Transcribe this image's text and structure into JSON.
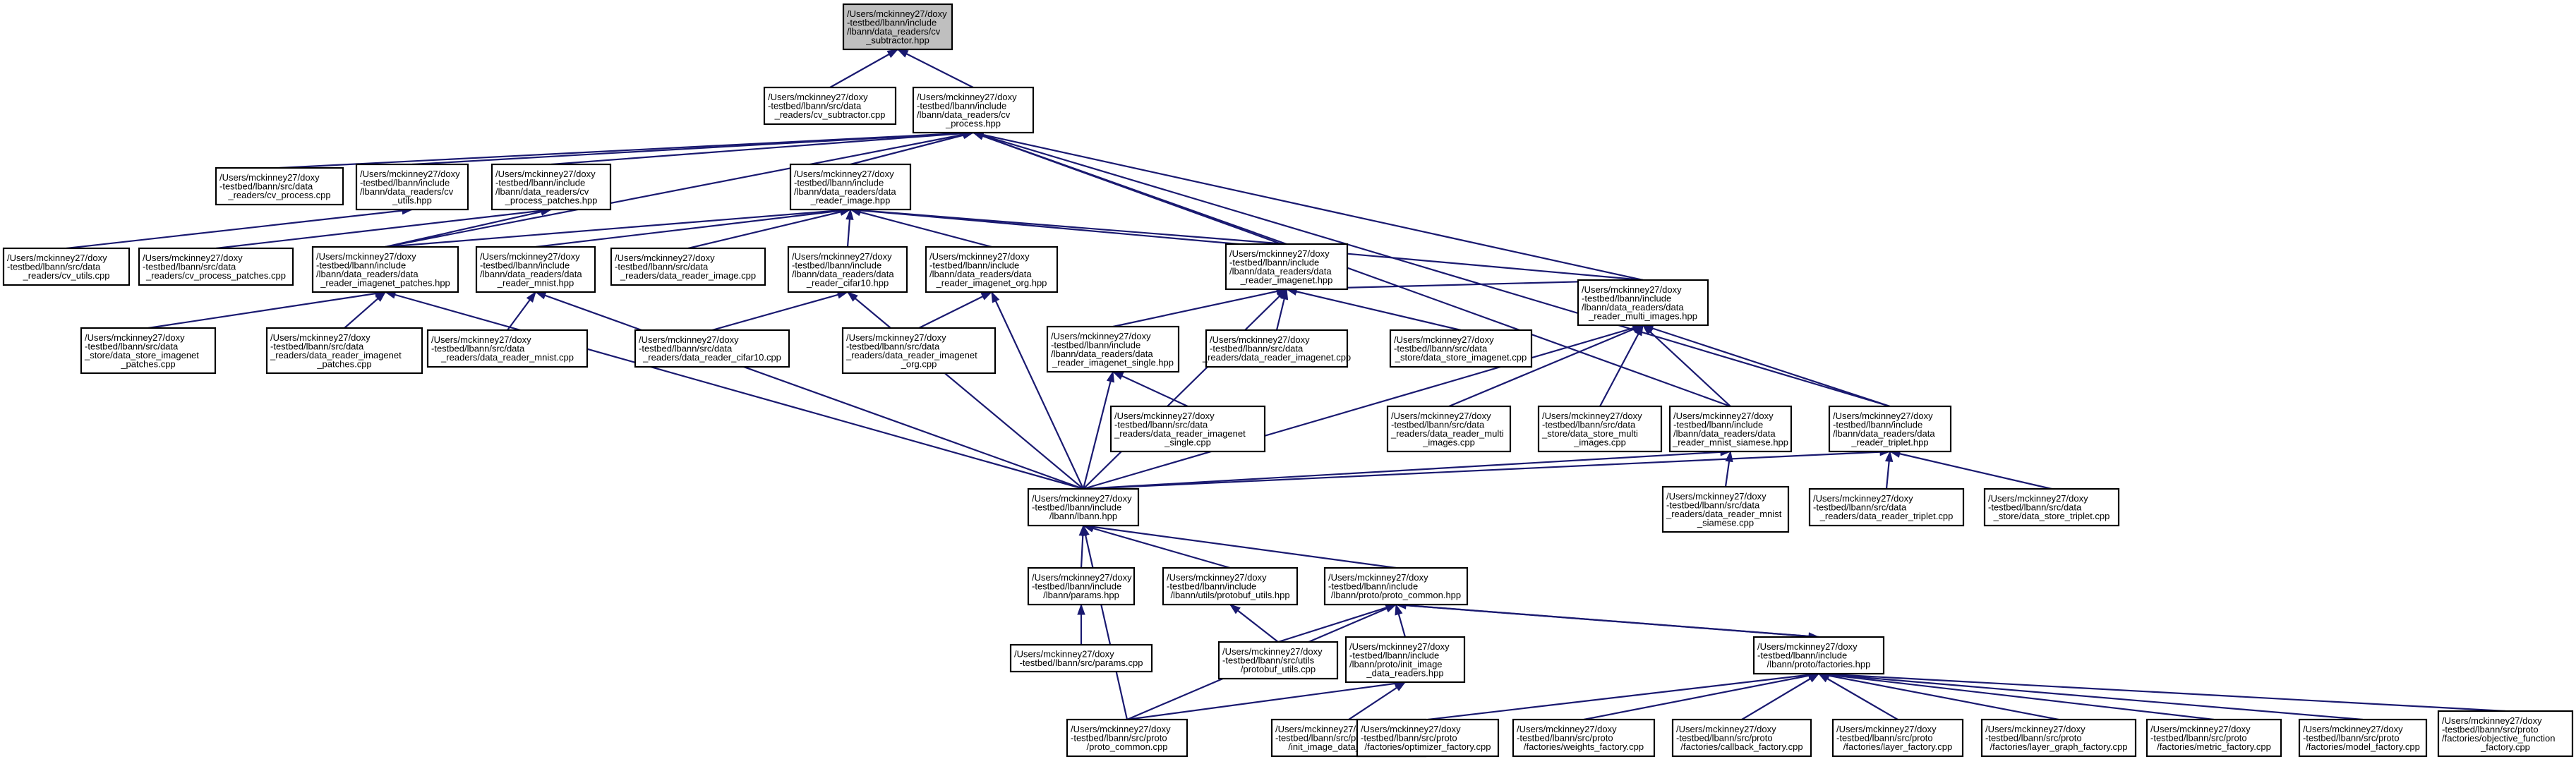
{
  "graph": {
    "nodes": [
      {
        "id": "n0",
        "lines": [
          "/Users/mckinney27/doxy",
          "-testbed/lbann/include",
          "/lbann/data_readers/cv",
          "_subtractor.hpp"
        ],
        "root": true
      },
      {
        "id": "n1",
        "lines": [
          "/Users/mckinney27/doxy",
          "-testbed/lbann/src/data",
          "_readers/cv_subtractor.cpp"
        ]
      },
      {
        "id": "n2",
        "lines": [
          "/Users/mckinney27/doxy",
          "-testbed/lbann/include",
          "/lbann/data_readers/cv",
          "_process.hpp"
        ]
      },
      {
        "id": "n3",
        "lines": [
          "/Users/mckinney27/doxy",
          "-testbed/lbann/src/data",
          "_readers/cv_process.cpp"
        ]
      },
      {
        "id": "n4",
        "lines": [
          "/Users/mckinney27/doxy",
          "-testbed/lbann/include",
          "/lbann/data_readers/cv",
          "_utils.hpp"
        ]
      },
      {
        "id": "n5",
        "lines": [
          "/Users/mckinney27/doxy",
          "-testbed/lbann/include",
          "/lbann/data_readers/cv",
          "_process_patches.hpp"
        ]
      },
      {
        "id": "n6",
        "lines": [
          "/Users/mckinney27/doxy",
          "-testbed/lbann/include",
          "/lbann/data_readers/data",
          "_reader_image.hpp"
        ]
      },
      {
        "id": "n7",
        "lines": [
          "/Users/mckinney27/doxy",
          "-testbed/lbann/src/data",
          "_readers/cv_utils.cpp"
        ]
      },
      {
        "id": "n8",
        "lines": [
          "/Users/mckinney27/doxy",
          "-testbed/lbann/src/data",
          "_readers/cv_process_patches.cpp"
        ]
      },
      {
        "id": "n9",
        "lines": [
          "/Users/mckinney27/doxy",
          "-testbed/lbann/include",
          "/lbann/data_readers/data",
          "_reader_imagenet_patches.hpp"
        ]
      },
      {
        "id": "n10",
        "lines": [
          "/Users/mckinney27/doxy",
          "-testbed/lbann/include",
          "/lbann/data_readers/data",
          "_reader_mnist.hpp"
        ]
      },
      {
        "id": "n11",
        "lines": [
          "/Users/mckinney27/doxy",
          "-testbed/lbann/src/data",
          "_readers/data_reader_image.cpp"
        ]
      },
      {
        "id": "n12",
        "lines": [
          "/Users/mckinney27/doxy",
          "-testbed/lbann/include",
          "/lbann/data_readers/data",
          "_reader_cifar10.hpp"
        ]
      },
      {
        "id": "n13",
        "lines": [
          "/Users/mckinney27/doxy",
          "-testbed/lbann/include",
          "/lbann/data_readers/data",
          "_reader_imagenet_org.hpp"
        ]
      },
      {
        "id": "n14",
        "lines": [
          "/Users/mckinney27/doxy",
          "-testbed/lbann/include",
          "/lbann/data_readers/data",
          "_reader_imagenet.hpp"
        ]
      },
      {
        "id": "n15",
        "lines": [
          "/Users/mckinney27/doxy",
          "-testbed/lbann/src/data",
          "_store/data_store_imagenet",
          "_patches.cpp"
        ]
      },
      {
        "id": "n16",
        "lines": [
          "/Users/mckinney27/doxy",
          "-testbed/lbann/src/data",
          "_readers/data_reader_imagenet",
          "_patches.cpp"
        ]
      },
      {
        "id": "n17",
        "lines": [
          "/Users/mckinney27/doxy",
          "-testbed/lbann/src/data",
          "_readers/data_reader_mnist.cpp"
        ]
      },
      {
        "id": "n18",
        "lines": [
          "/Users/mckinney27/doxy",
          "-testbed/lbann/src/data",
          "_readers/data_reader_cifar10.cpp"
        ]
      },
      {
        "id": "n19",
        "lines": [
          "/Users/mckinney27/doxy",
          "-testbed/lbann/src/data",
          "_readers/data_reader_imagenet",
          "_org.cpp"
        ]
      },
      {
        "id": "n20",
        "lines": [
          "/Users/mckinney27/doxy",
          "-testbed/lbann/include",
          "/lbann/data_readers/data",
          "_reader_imagenet_single.hpp"
        ]
      },
      {
        "id": "n21",
        "lines": [
          "/Users/mckinney27/doxy",
          "-testbed/lbann/src/data",
          "_readers/data_reader_imagenet.cpp"
        ]
      },
      {
        "id": "n22",
        "lines": [
          "/Users/mckinney27/doxy",
          "-testbed/lbann/src/data",
          "_store/data_store_imagenet.cpp"
        ]
      },
      {
        "id": "n23",
        "lines": [
          "/Users/mckinney27/doxy",
          "-testbed/lbann/include",
          "/lbann/data_readers/data",
          "_reader_multi_images.hpp"
        ]
      },
      {
        "id": "n24",
        "lines": [
          "/Users/mckinney27/doxy",
          "-testbed/lbann/src/data",
          "_readers/data_reader_imagenet",
          "_single.cpp"
        ]
      },
      {
        "id": "n25",
        "lines": [
          "/Users/mckinney27/doxy",
          "-testbed/lbann/src/data",
          "_readers/data_reader_multi",
          "_images.cpp"
        ]
      },
      {
        "id": "n26",
        "lines": [
          "/Users/mckinney27/doxy",
          "-testbed/lbann/src/data",
          "_store/data_store_multi",
          "_images.cpp"
        ]
      },
      {
        "id": "n27",
        "lines": [
          "/Users/mckinney27/doxy",
          "-testbed/lbann/include",
          "/lbann/data_readers/data",
          "_reader_mnist_siamese.hpp"
        ]
      },
      {
        "id": "n28",
        "lines": [
          "/Users/mckinney27/doxy",
          "-testbed/lbann/include",
          "/lbann/data_readers/data",
          "_reader_triplet.hpp"
        ]
      },
      {
        "id": "n29",
        "lines": [
          "/Users/mckinney27/doxy",
          "-testbed/lbann/include",
          "/lbann/lbann.hpp"
        ]
      },
      {
        "id": "n30",
        "lines": [
          "/Users/mckinney27/doxy",
          "-testbed/lbann/src/data",
          "_readers/data_reader_mnist",
          "_siamese.cpp"
        ]
      },
      {
        "id": "n31",
        "lines": [
          "/Users/mckinney27/doxy",
          "-testbed/lbann/src/data",
          "_readers/data_reader_triplet.cpp"
        ]
      },
      {
        "id": "n32",
        "lines": [
          "/Users/mckinney27/doxy",
          "-testbed/lbann/src/data",
          "_store/data_store_triplet.cpp"
        ]
      },
      {
        "id": "n33",
        "lines": [
          "/Users/mckinney27/doxy",
          "-testbed/lbann/include",
          "/lbann/params.hpp"
        ]
      },
      {
        "id": "n34",
        "lines": [
          "/Users/mckinney27/doxy",
          "-testbed/lbann/include",
          "/lbann/utils/protobuf_utils.hpp"
        ]
      },
      {
        "id": "n35",
        "lines": [
          "/Users/mckinney27/doxy",
          "-testbed/lbann/include",
          "/lbann/proto/proto_common.hpp"
        ]
      },
      {
        "id": "n36",
        "lines": [
          "/Users/mckinney27/doxy",
          "-testbed/lbann/src/params.cpp"
        ]
      },
      {
        "id": "n37",
        "lines": [
          "/Users/mckinney27/doxy",
          "-testbed/lbann/src/utils",
          "/protobuf_utils.cpp"
        ]
      },
      {
        "id": "n38",
        "lines": [
          "/Users/mckinney27/doxy",
          "-testbed/lbann/include",
          "/lbann/proto/init_image",
          "_data_readers.hpp"
        ]
      },
      {
        "id": "n39",
        "lines": [
          "/Users/mckinney27/doxy",
          "-testbed/lbann/include",
          "/lbann/proto/factories.hpp"
        ]
      },
      {
        "id": "n40",
        "lines": [
          "/Users/mckinney27/doxy",
          "-testbed/lbann/src/proto",
          "/proto_common.cpp"
        ]
      },
      {
        "id": "n41",
        "lines": [
          "/Users/mckinney27/doxy",
          "-testbed/lbann/src/proto",
          "/init_image_data_readers.cpp"
        ]
      },
      {
        "id": "n42",
        "lines": [
          "/Users/mckinney27/doxy",
          "-testbed/lbann/src/proto",
          "/factories/optimizer_factory.cpp"
        ]
      },
      {
        "id": "n43",
        "lines": [
          "/Users/mckinney27/doxy",
          "-testbed/lbann/src/proto",
          "/factories/weights_factory.cpp"
        ]
      },
      {
        "id": "n44",
        "lines": [
          "/Users/mckinney27/doxy",
          "-testbed/lbann/src/proto",
          "/factories/callback_factory.cpp"
        ]
      },
      {
        "id": "n45",
        "lines": [
          "/Users/mckinney27/doxy",
          "-testbed/lbann/src/proto",
          "/factories/layer_factory.cpp"
        ]
      },
      {
        "id": "n46",
        "lines": [
          "/Users/mckinney27/doxy",
          "-testbed/lbann/src/proto",
          "/factories/layer_graph_factory.cpp"
        ]
      },
      {
        "id": "n47",
        "lines": [
          "/Users/mckinney27/doxy",
          "-testbed/lbann/src/proto",
          "/factories/metric_factory.cpp"
        ]
      },
      {
        "id": "n48",
        "lines": [
          "/Users/mckinney27/doxy",
          "-testbed/lbann/src/proto",
          "/factories/model_factory.cpp"
        ]
      },
      {
        "id": "n49",
        "lines": [
          "/Users/mckinney27/doxy",
          "-testbed/lbann/src/proto",
          "/factories/objective_function",
          "_factory.cpp"
        ]
      }
    ],
    "edges": [
      [
        "n0",
        "n1"
      ],
      [
        "n0",
        "n2"
      ],
      [
        "n2",
        "n3"
      ],
      [
        "n2",
        "n4"
      ],
      [
        "n2",
        "n5"
      ],
      [
        "n2",
        "n6"
      ],
      [
        "n2",
        "n14"
      ],
      [
        "n2",
        "n23"
      ],
      [
        "n2",
        "n27"
      ],
      [
        "n2",
        "n28"
      ],
      [
        "n2",
        "n9"
      ],
      [
        "n4",
        "n7"
      ],
      [
        "n5",
        "n8"
      ],
      [
        "n5",
        "n9"
      ],
      [
        "n6",
        "n9"
      ],
      [
        "n6",
        "n10"
      ],
      [
        "n6",
        "n11"
      ],
      [
        "n6",
        "n12"
      ],
      [
        "n6",
        "n13"
      ],
      [
        "n6",
        "n14"
      ],
      [
        "n6",
        "n23"
      ],
      [
        "n9",
        "n15"
      ],
      [
        "n9",
        "n16"
      ],
      [
        "n9",
        "n29"
      ],
      [
        "n10",
        "n17"
      ],
      [
        "n10",
        "n29"
      ],
      [
        "n12",
        "n18"
      ],
      [
        "n12",
        "n29"
      ],
      [
        "n13",
        "n19"
      ],
      [
        "n13",
        "n29"
      ],
      [
        "n14",
        "n20"
      ],
      [
        "n14",
        "n21"
      ],
      [
        "n14",
        "n22"
      ],
      [
        "n14",
        "n23"
      ],
      [
        "n14",
        "n29"
      ],
      [
        "n20",
        "n24"
      ],
      [
        "n20",
        "n29"
      ],
      [
        "n23",
        "n25"
      ],
      [
        "n23",
        "n26"
      ],
      [
        "n23",
        "n27"
      ],
      [
        "n23",
        "n28"
      ],
      [
        "n23",
        "n29"
      ],
      [
        "n27",
        "n30"
      ],
      [
        "n27",
        "n29"
      ],
      [
        "n28",
        "n31"
      ],
      [
        "n28",
        "n32"
      ],
      [
        "n28",
        "n29"
      ],
      [
        "n29",
        "n33"
      ],
      [
        "n29",
        "n34"
      ],
      [
        "n29",
        "n35"
      ],
      [
        "n29",
        "n40"
      ],
      [
        "n33",
        "n36"
      ],
      [
        "n34",
        "n37"
      ],
      [
        "n35",
        "n37"
      ],
      [
        "n35",
        "n38"
      ],
      [
        "n35",
        "n39"
      ],
      [
        "n35",
        "n40"
      ],
      [
        "n38",
        "n40"
      ],
      [
        "n38",
        "n41"
      ],
      [
        "n39",
        "n35"
      ],
      [
        "n39",
        "n42"
      ],
      [
        "n39",
        "n43"
      ],
      [
        "n39",
        "n44"
      ],
      [
        "n39",
        "n45"
      ],
      [
        "n39",
        "n46"
      ],
      [
        "n39",
        "n47"
      ],
      [
        "n39",
        "n48"
      ],
      [
        "n39",
        "n49"
      ]
    ]
  }
}
